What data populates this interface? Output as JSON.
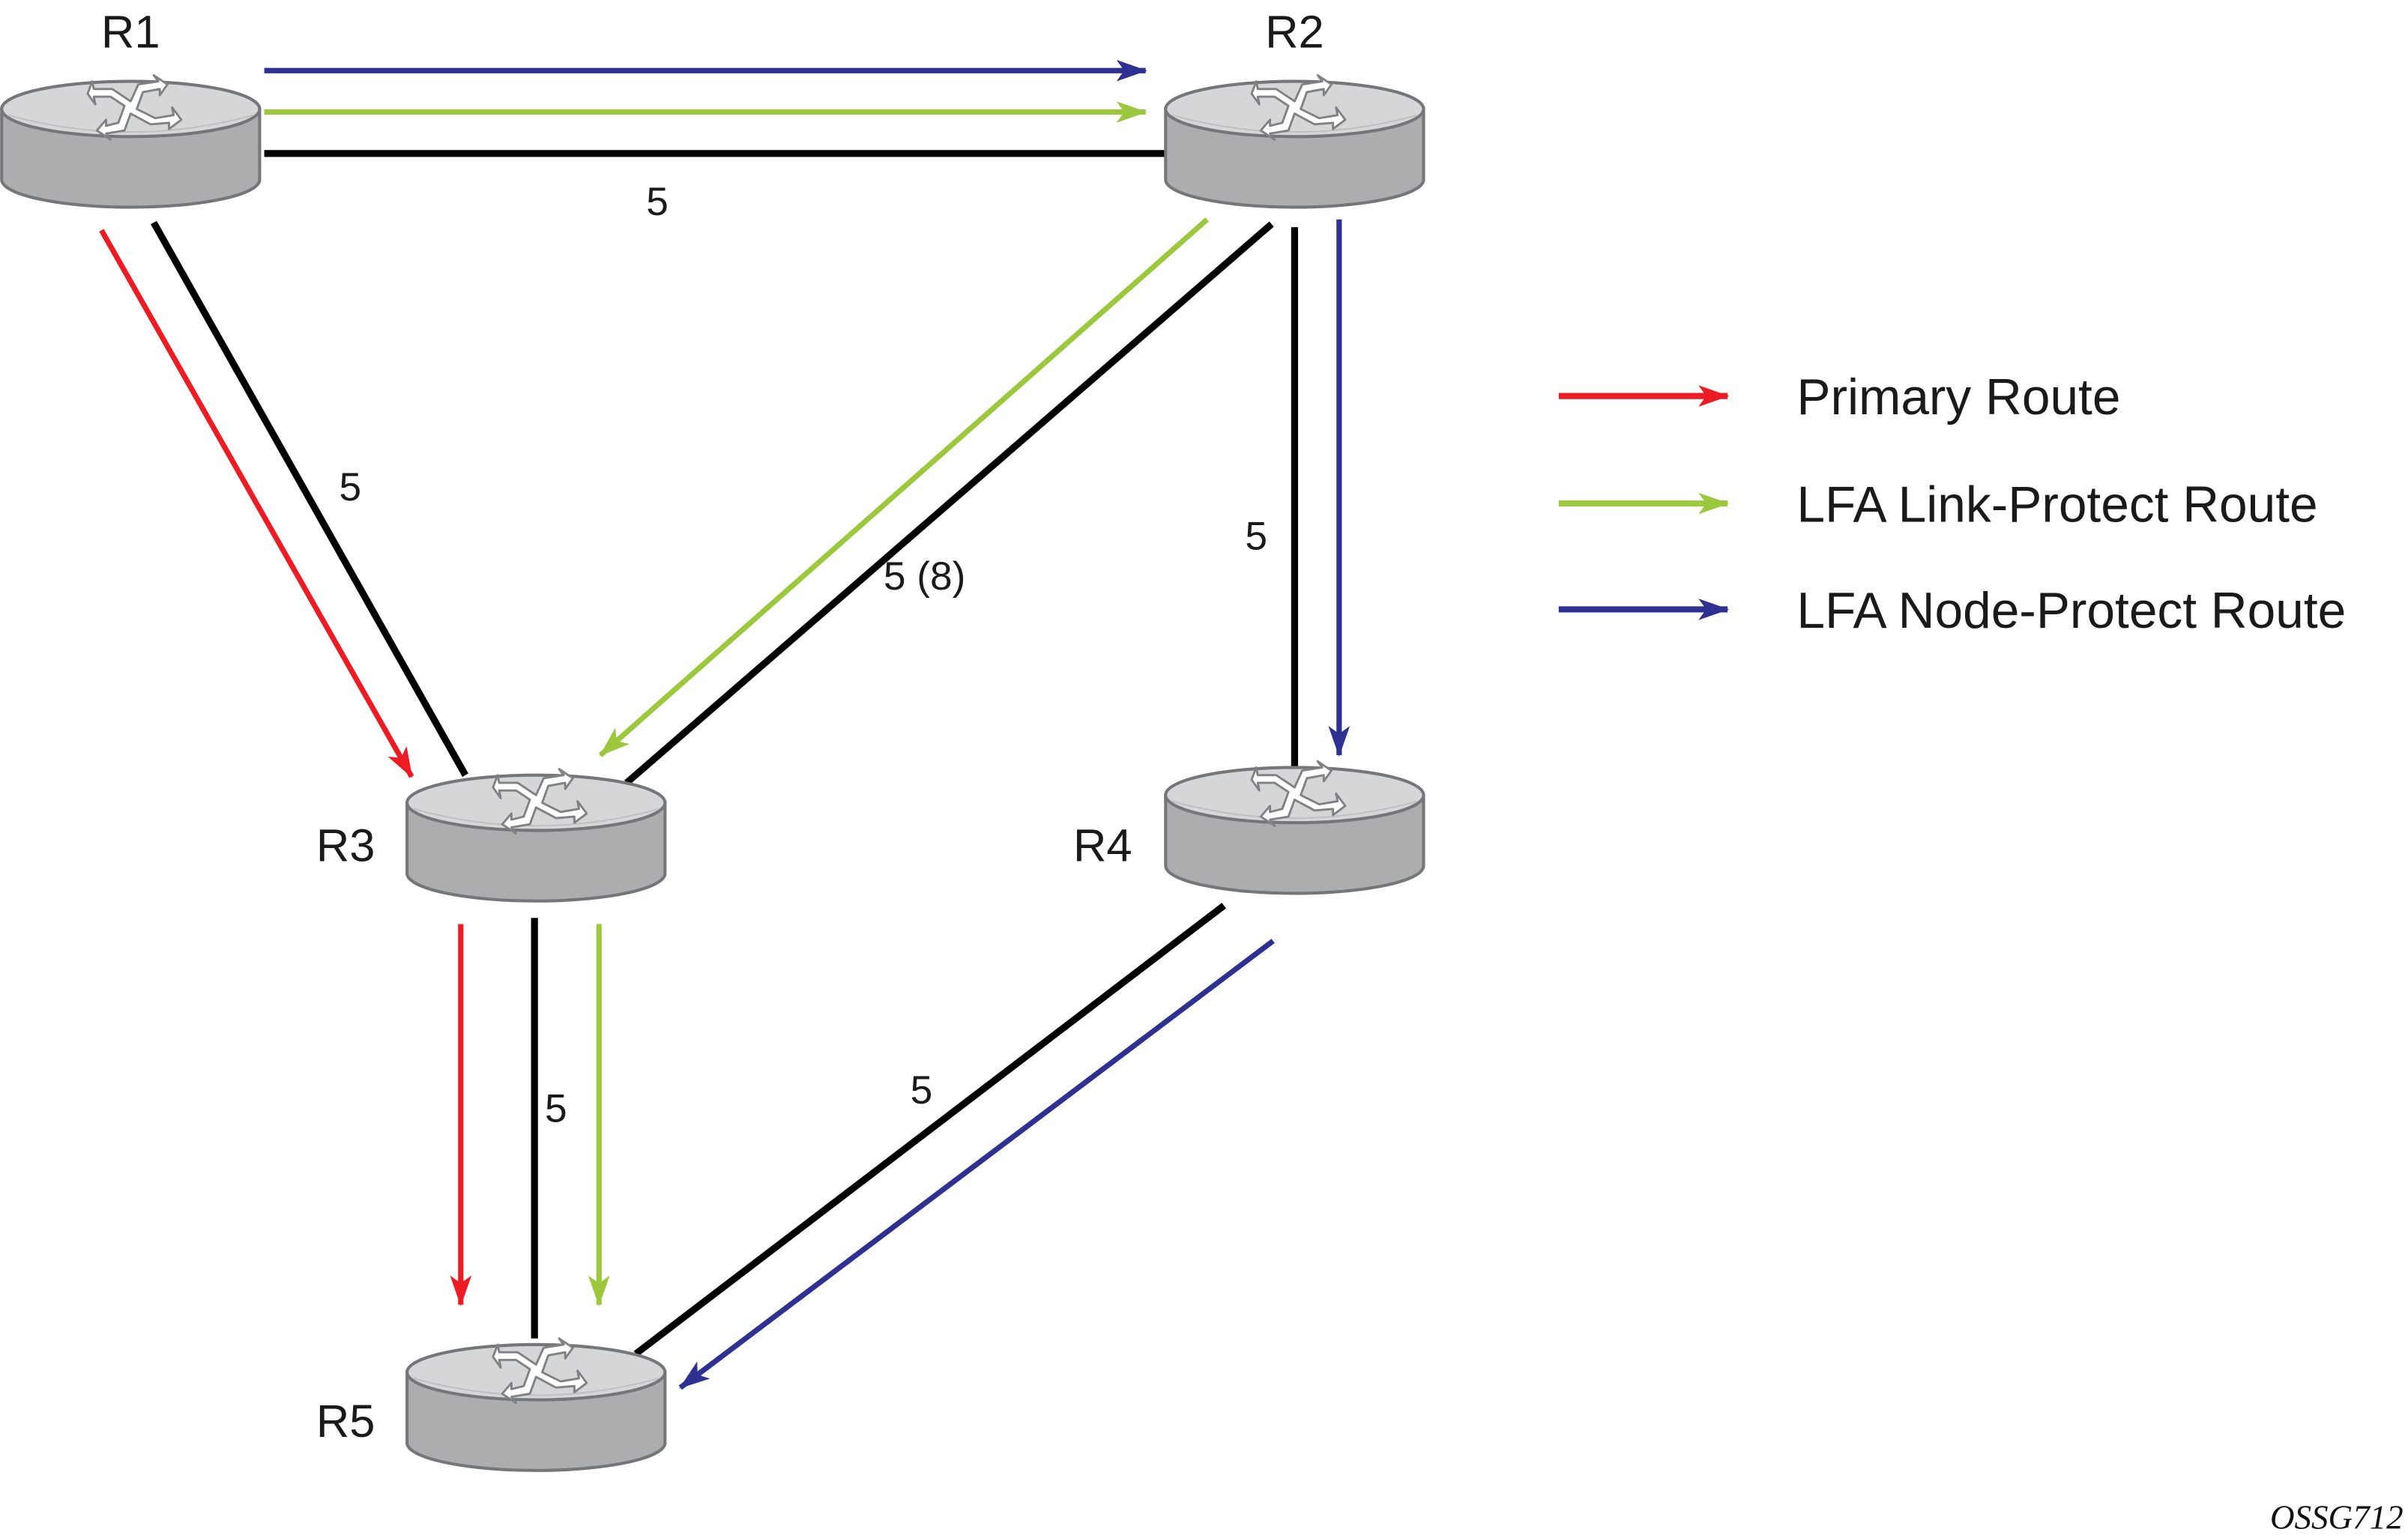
{
  "diagram": {
    "type": "network-topology",
    "figure_id": "OSSG712",
    "colors": {
      "primary": "#ed1c24",
      "link_protect": "#9bc83c",
      "node_protect": "#2e3192",
      "link": "#000000",
      "router_top": "#d5d6d8",
      "router_side": "#acadaf",
      "router_edge": "#75767a"
    },
    "nodes": [
      {
        "id": "R1",
        "label": "R1"
      },
      {
        "id": "R2",
        "label": "R2"
      },
      {
        "id": "R3",
        "label": "R3"
      },
      {
        "id": "R4",
        "label": "R4"
      },
      {
        "id": "R5",
        "label": "R5"
      }
    ],
    "links": [
      {
        "from": "R1",
        "to": "R2",
        "cost": "5"
      },
      {
        "from": "R1",
        "to": "R3",
        "cost": "5"
      },
      {
        "from": "R2",
        "to": "R3",
        "cost": "5 (8)"
      },
      {
        "from": "R2",
        "to": "R4",
        "cost": "5"
      },
      {
        "from": "R3",
        "to": "R5",
        "cost": "5"
      },
      {
        "from": "R4",
        "to": "R5",
        "cost": "5"
      }
    ],
    "routes": [
      {
        "type": "primary",
        "path": [
          "R1",
          "R3",
          "R5"
        ]
      },
      {
        "type": "link_protect",
        "path": [
          "R1",
          "R2",
          "R3",
          "R5"
        ]
      },
      {
        "type": "node_protect",
        "path": [
          "R1",
          "R2",
          "R4",
          "R5"
        ]
      }
    ],
    "legend": [
      {
        "key": "primary",
        "label": "Primary Route"
      },
      {
        "key": "link_protect",
        "label": "LFA Link-Protect Route"
      },
      {
        "key": "node_protect",
        "label": "LFA Node-Protect Route"
      }
    ]
  }
}
